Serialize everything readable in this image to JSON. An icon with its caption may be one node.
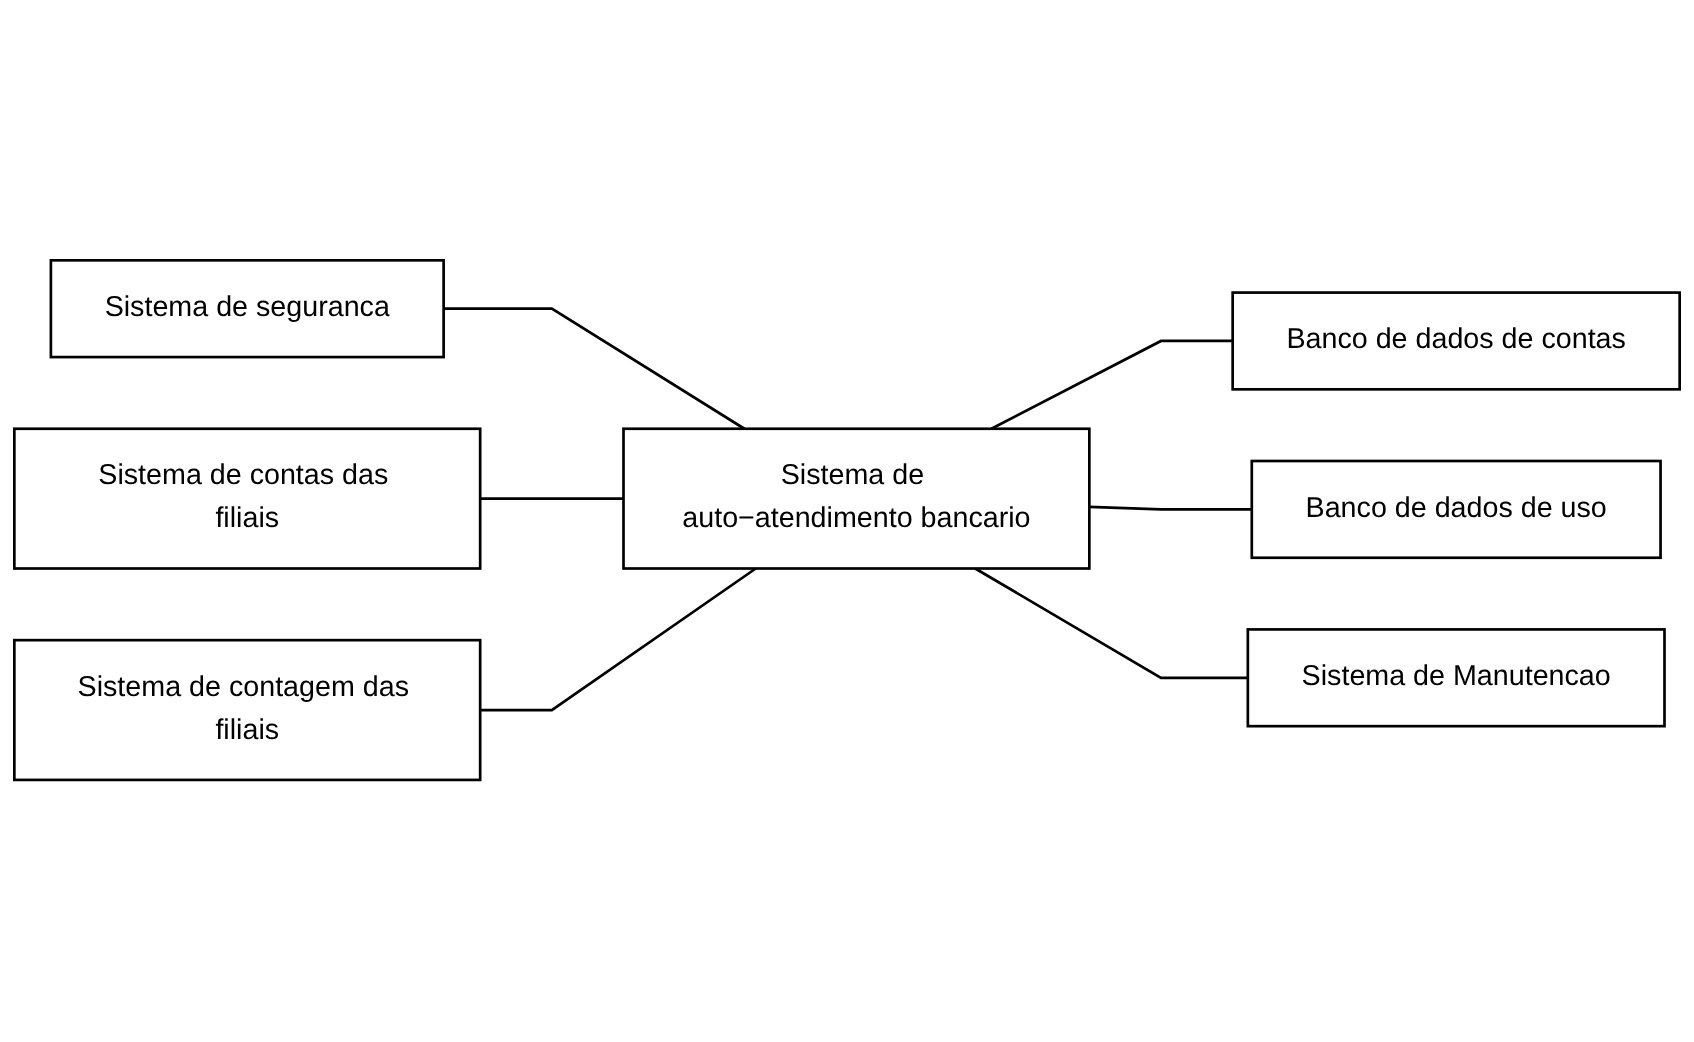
{
  "diagram": {
    "nodes": [
      {
        "text": [
          "Sistema de seguranca"
        ]
      },
      {
        "text": [
          "Sistema de contas das filiais"
        ]
      },
      {
        "text": [
          "Banco de dados de contas"
        ]
      },
      {
        "text": [
          "Sistema de auto−atendimento bancario"
        ]
      },
      {
        "text": [
          "Sistema de contagem das filiais"
        ]
      },
      {
        "text": [
          "Banco de dados de uso"
        ]
      },
      {
        "text": [
          "Sistema de Manutencao"
        ]
      }
    ],
    "edges": [
      {
        "from": 0,
        "to": 3,
        "arrow": "none"
      },
      {
        "from": 1,
        "to": 3,
        "arrow": "none"
      },
      {
        "from": 3,
        "to": 2,
        "arrow": "none"
      },
      {
        "from": 4,
        "to": 3,
        "arrow": "none"
      },
      {
        "from": 3,
        "to": 5,
        "arrow": "none"
      },
      {
        "from": 3,
        "to": 6,
        "arrow": "none"
      }
    ]
  }
}
